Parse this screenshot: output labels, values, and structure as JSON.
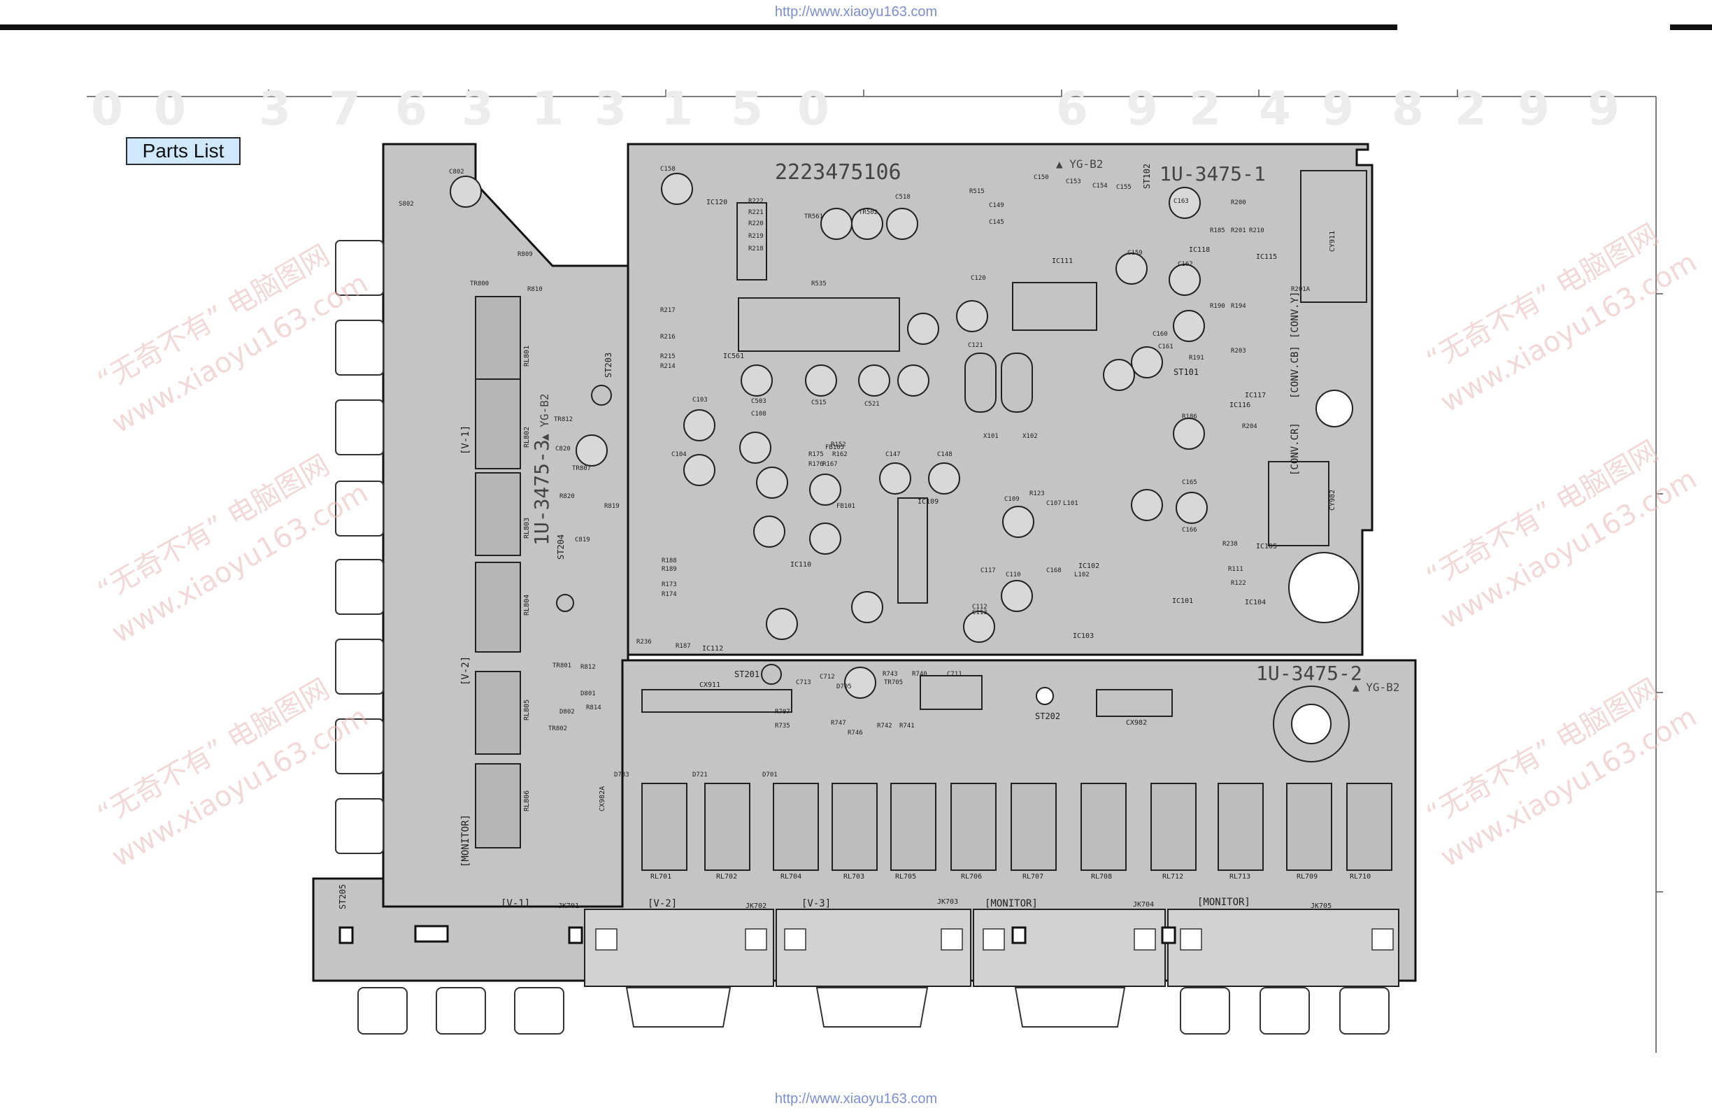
{
  "header": {
    "url_top": "http://www.xiaoyu163.com"
  },
  "footer": {
    "url_bottom": "http://www.xiaoyu163.com"
  },
  "nav": {
    "parts_list_label": "Parts List"
  },
  "board": {
    "id_number": "2223475106",
    "title_main": "1U-3475-1",
    "title_sub": "1U-3475-2",
    "title_left": "1U-3475-3",
    "ygb2": "YG-B2",
    "ygb2_marked": "▲ YG-B2",
    "section_labels": [
      "[V-1]",
      "[V-2]",
      "[MONITOR]"
    ],
    "conv_labels": [
      "[CONV.Y]",
      "[CONV.CB]",
      "[CONV.CR]"
    ],
    "jack_section_labels": [
      "[V-1]",
      "[V-2]",
      "[V-3]",
      "[MONITOR]",
      "[MONITOR]"
    ],
    "jack_ids": [
      "JK701",
      "JK702",
      "JK703",
      "JK704",
      "JK705"
    ],
    "relay_ids": [
      "RL701",
      "RL702",
      "RL704",
      "RL703",
      "RL705",
      "RL706",
      "RL707",
      "RL708",
      "RL712",
      "RL713",
      "RL709",
      "RL710"
    ],
    "left_relays": [
      "RL801",
      "RL802",
      "RL803",
      "RL804",
      "RL805",
      "RL806"
    ],
    "test_points": [
      "ST201",
      "ST202",
      "ST203",
      "ST204",
      "ST205",
      "ST101",
      "ST102"
    ],
    "connectors": [
      "CX911",
      "CX982",
      "CY911",
      "CY982",
      "CX982A"
    ],
    "ic_labels": [
      "IC120",
      "IC561",
      "IC111",
      "IC101",
      "IC102",
      "IC103",
      "IC104",
      "IC105",
      "IC109",
      "IC110",
      "IC112",
      "IC115",
      "IC116",
      "IC117",
      "IC118"
    ],
    "component_labels": [
      "C802",
      "S802",
      "TR800",
      "R809",
      "R810",
      "TR812",
      "C820",
      "C819",
      "TR807",
      "R820",
      "R819",
      "C158",
      "R222",
      "R221",
      "R220",
      "R219",
      "R218",
      "R217",
      "R216",
      "R215",
      "R214",
      "C518",
      "TR502",
      "TR561",
      "R535",
      "R515",
      "C150",
      "C153",
      "C154",
      "C155",
      "C163",
      "R200",
      "R185",
      "R201",
      "R210",
      "C149",
      "C145",
      "C120",
      "C121",
      "C159",
      "C162",
      "C160",
      "C161",
      "R203",
      "R191",
      "R190",
      "R194",
      "C503",
      "C515",
      "C521",
      "C103",
      "C104",
      "C108",
      "C147",
      "C148",
      "R175",
      "R176",
      "R167",
      "R152",
      "R162",
      "C165",
      "C166",
      "R186",
      "R204",
      "R238",
      "R111",
      "R122",
      "R123",
      "C109",
      "C110",
      "C117",
      "C168",
      "C107",
      "L101",
      "L102",
      "C112",
      "C113",
      "C713",
      "C712",
      "C711",
      "D705",
      "TR705",
      "R743",
      "R740",
      "R747",
      "R746",
      "R742",
      "R741",
      "R707",
      "R735",
      "D733",
      "D721",
      "D701",
      "TR801",
      "TR802",
      "R812",
      "R814",
      "D801",
      "D802",
      "R236",
      "R187",
      "R173",
      "R174",
      "R189",
      "R188",
      "X101",
      "X102",
      "FB105",
      "FB101",
      "R201A"
    ]
  }
}
